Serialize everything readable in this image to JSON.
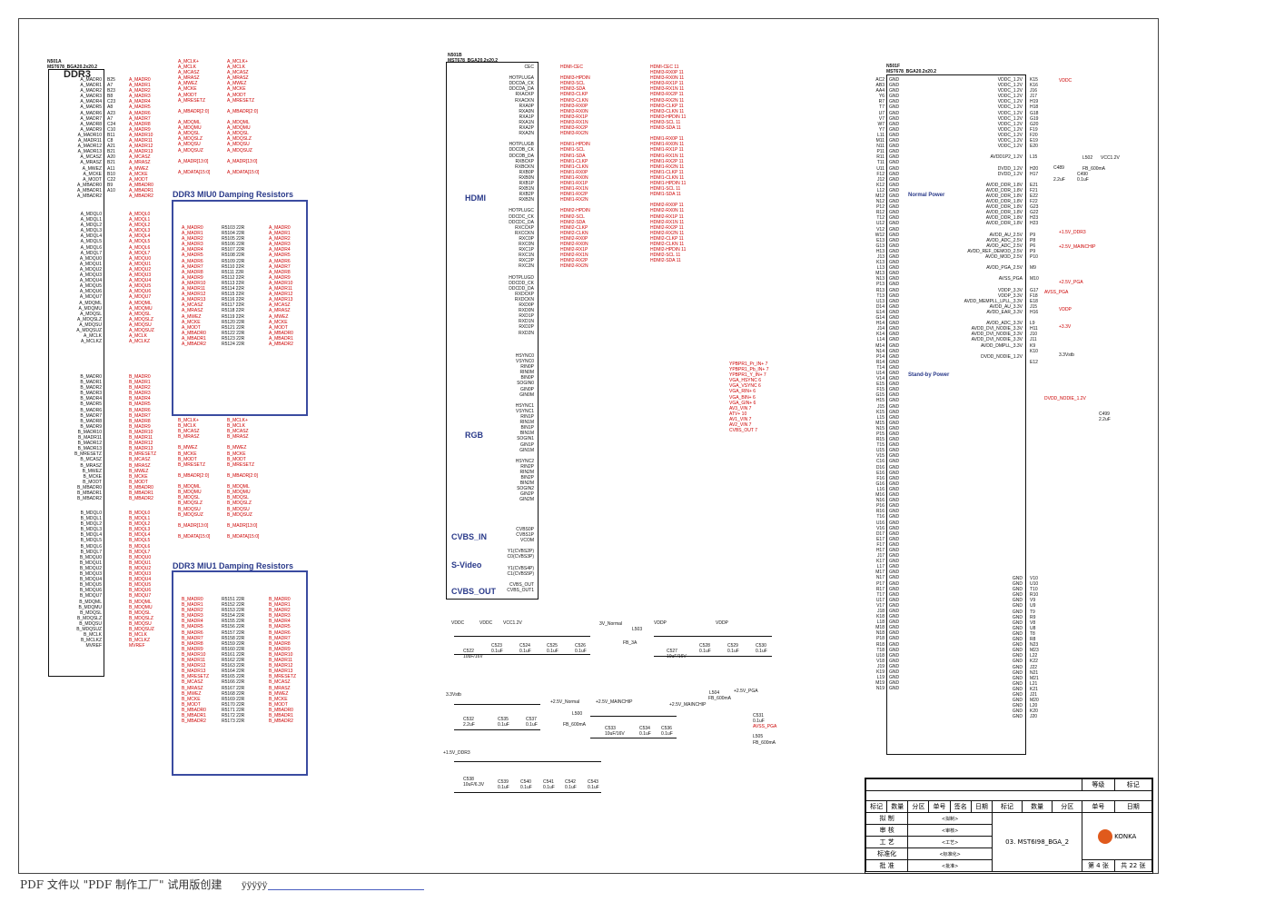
{
  "chips": {
    "a": {
      "ref": "N501A",
      "part": "MST678_BGA20.2x20.2",
      "func": "DDR3"
    },
    "b": {
      "ref": "N501B",
      "part": "MST678_BGA20.2x20.2"
    },
    "f": {
      "ref": "N501F",
      "part": "MST678_BGA20.2x20.2"
    }
  },
  "boxes": {
    "miu0": "DDR3 MIU0 Damping Resistors",
    "miu1": "DDR3 MIU1 Damping Resistors"
  },
  "sections": {
    "hdmi": "HDMI",
    "rgb": "RGB",
    "cvbs_in": "CVBS_IN",
    "svideo": "S-Video",
    "cvbs_out": "CVBS_OUT",
    "normal_power": "Normal Power",
    "standby_power": "Stand-by Power"
  },
  "ddr_a_pins": [
    "A_MADR0",
    "A_MADR1",
    "A_MADR2",
    "A_MADR3",
    "A_MADR4",
    "A_MADR5",
    "A_MADR6",
    "A_MADR7",
    "A_MADR8",
    "A_MADR9",
    "A_MADR10",
    "A_MADR11",
    "A_MADR12",
    "A_MADR13",
    "A_MCASZ",
    "A_MRASZ",
    "A_MWEZ",
    "A_MCKE",
    "A_MODT",
    "A_MBADR0",
    "A_MBADR1",
    "A_MBADR2"
  ],
  "ddr_a_balls": [
    "B25",
    "A7",
    "B23",
    "B8",
    "C23",
    "A8",
    "A23",
    "A7",
    "C24",
    "C10",
    "B11",
    "C8",
    "A21",
    "B21",
    "A20",
    "B21",
    "A11",
    "B10",
    "C22",
    "B9",
    "A10"
  ],
  "ddr_aq_pins": [
    "A_MDQL0",
    "A_MDQL1",
    "A_MDQL2",
    "A_MDQL3",
    "A_MDQL4",
    "A_MDQL5",
    "A_MDQL6",
    "A_MDQL7",
    "A_MDQU0",
    "A_MDQU1",
    "A_MDQU2",
    "A_MDQU3",
    "A_MDQU4",
    "A_MDQU5",
    "A_MDQU6",
    "A_MDQU7",
    "A_MDQML",
    "A_MDQMU",
    "A_MDQSL",
    "A_MDQSLZ",
    "A_MDQSU",
    "A_MDQSUZ",
    "A_MCLK",
    "A_MCLKZ"
  ],
  "ddr_b_pins": [
    "B_MADR0",
    "B_MADR1",
    "B_MADR2",
    "B_MADR3",
    "B_MADR4",
    "B_MADR5",
    "B_MADR6",
    "B_MADR7",
    "B_MADR8",
    "B_MADR9",
    "B_MADR10",
    "B_MADR11",
    "B_MADR12",
    "B_MADR13",
    "B_MRESETZ",
    "B_MCASZ",
    "B_MRASZ",
    "B_MWEZ",
    "B_MCKE",
    "B_MODT",
    "B_MBADR0",
    "B_MBADR1",
    "B_MBADR2"
  ],
  "ddr_bq_pins": [
    "B_MDQL0",
    "B_MDQL1",
    "B_MDQL2",
    "B_MDQL3",
    "B_MDQL4",
    "B_MDQL5",
    "B_MDQL6",
    "B_MDQL7",
    "B_MDQU0",
    "B_MDQU1",
    "B_MDQU2",
    "B_MDQU3",
    "B_MDQU4",
    "B_MDQU5",
    "B_MDQU6",
    "B_MDQU7",
    "B_MDQML",
    "B_MDQMU",
    "B_MDQSL",
    "B_MDQSLZ",
    "B_MDQSU",
    "B_MDQSUZ",
    "B_MCLK",
    "B_MCLKZ",
    "MVREF"
  ],
  "top_nets_a": [
    "A_MCLK+",
    "A_MCLK",
    "A_MCASZ",
    "A_MRASZ",
    "A_MWEZ",
    "A_MCKE",
    "A_MODT",
    "A_MRESETZ",
    "",
    "A_MBADR[2:0]",
    "",
    "A_MDQML",
    "A_MDQMU",
    "A_MDQSL",
    "A_MDQSLZ",
    "A_MDQSU",
    "A_MDQSUZ",
    "",
    "A_MADR[13:0]",
    "",
    "A_MDATA[15:0]"
  ],
  "top_nets_b": [
    "B_MCLK+",
    "B_MCLK",
    "B_MCASZ",
    "B_MRASZ",
    "",
    "B_MWEZ",
    "B_MCKE",
    "B_MODT",
    "B_MRESETZ",
    "",
    "B_MBADR[2:0]",
    "",
    "B_MDQML",
    "B_MDQMU",
    "B_MDQSL",
    "B_MDQSLZ",
    "B_MDQSU",
    "B_MDQSUZ",
    "",
    "B_MADR[13:0]",
    "",
    "B_MDATA[15:0]"
  ],
  "hdmi_pins": [
    "CEC",
    "",
    "HOTPLUGA",
    "DDCDA_CK",
    "DDCDA_DA",
    "RXACKP",
    "RXACKN",
    "RXA0P",
    "RXA0N",
    "RXA1P",
    "RXA1N",
    "RXA2P",
    "RXA2N",
    "",
    "HOTPLUGB",
    "DDCDB_CK",
    "DDCDB_DA",
    "RXBCKP",
    "RXBCKN",
    "RXB0P",
    "RXB0N",
    "RXB1P",
    "RXB1N",
    "RXB2P",
    "RXB2N",
    "",
    "HOTPLUGC",
    "DDCDC_CK",
    "DDCDC_DA",
    "RXCCKP",
    "RXCCKN",
    "RXC0P",
    "RXC0N",
    "RXC1P",
    "RXC1N",
    "RXC2P",
    "RXC2N",
    "",
    "HOTPLUGD",
    "DDCDD_CK",
    "DDCDD_DA",
    "RXDCKP",
    "RXDCKN",
    "RXD0P",
    "RXD0N",
    "RXD1P",
    "RXD1N",
    "RXD2P",
    "RXD2N"
  ],
  "hdmi_nets": [
    "HDMI-CEC",
    "",
    "HDMI3-HPDIN",
    "HDMI3-SCL",
    "HDMI3-SDA",
    "HDMI3-CLKP",
    "HDMI3-CLKN",
    "HDMI3-RX0P",
    "HDMI3-RX0N",
    "HDMI3-RX1P",
    "HDMI3-RX1N",
    "HDMI3-RX2P",
    "HDMI3-RX2N",
    "",
    "HDMI1-HPDIN",
    "HDMI1-SCL",
    "HDMI1-SDA",
    "HDMI1-CLKP",
    "HDMI1-CLKN",
    "HDMI1-RX0P",
    "HDMI1-RX0N",
    "HDMI1-RX1P",
    "HDMI1-RX1N",
    "HDMI1-RX2P",
    "HDMI1-RX2N",
    "",
    "HDMI2-HPDIN",
    "HDMI2-SCL",
    "HDMI2-SDA",
    "HDMI2-CLKP",
    "HDMI2-CLKN",
    "HDMI2-RX0P",
    "HDMI2-RX0N",
    "HDMI2-RX1P",
    "HDMI2-RX1N",
    "HDMI2-RX2P",
    "HDMI2-RX2N"
  ],
  "hdmi_out": [
    "HDMI-CEC 11",
    "HDMI3-RX0P 11",
    "HDMI3-RX0N 11",
    "HDMI3-RX1P 11",
    "HDMI3-RX1N 11",
    "HDMI3-RX2P 11",
    "HDMI3-RX2N 11",
    "HDMI3-CLKP 11",
    "HDMI3-CLKN 11",
    "HDMI3-HPDIN 11",
    "HDMI3-SCL 11",
    "HDMI3-SDA 11",
    "",
    "HDMI1-RX0P 11",
    "HDMI1-RX0N 11",
    "HDMI1-RX1P 11",
    "HDMI1-RX1N 11",
    "HDMI1-RX2P 11",
    "HDMI1-RX2N 11",
    "HDMI1-CLKP 11",
    "HDMI1-CLKN 11",
    "HDMI1-HPDIN 11",
    "HDMI1-SCL 11",
    "HDMI1-SDA 11",
    "",
    "HDMI2-RX0P 11",
    "HDMI2-RX0N 11",
    "HDMI2-RX1P 11",
    "HDMI2-RX1N 11",
    "HDMI2-RX2P 11",
    "HDMI2-RX2N 11",
    "HDMI2-CLKP 11",
    "HDMI2-CLKN 11",
    "HDMI2-HPDIN 11",
    "HDMI2-SCL 11",
    "HDMI2-SDA 11"
  ],
  "rgb_pins": [
    "HSYNC0",
    "VSYNC0",
    "RIN0P",
    "RIN0M",
    "BIN0P",
    "SOGIN0",
    "GIN0P",
    "GIN0M",
    "",
    "HSYNC1",
    "VSYNC1",
    "RIN1P",
    "RIN1M",
    "BIN1P",
    "BIN1M",
    "SOGIN1",
    "GIN1P",
    "GIN1M",
    "",
    "HSYNC2",
    "RIN2P",
    "RIN2M",
    "BIN2P",
    "BIN2M",
    "SOGIN2",
    "GIN2P",
    "GIN2M"
  ],
  "cvbs_pins": [
    "CVBS0P",
    "CVBS1P",
    "VCOM",
    "",
    "Y1(CVBS2P)",
    "C0(CVBS3P)",
    "",
    "Y1(CVBS4P)",
    "C1(CVBS5P)",
    "",
    "CVBS_OUT",
    "CVBS_OUT1"
  ],
  "rgb_out": [
    "YPBPR1_Pr_IN+ 7",
    "YPBPR1_Pb_IN+ 7",
    "YPBPR1_Y_IN+ 7",
    "VGA_HSYNC 6",
    "VGA_VSYNC 6",
    "VGA_RIN+ 6",
    "VGA_BIN+ 6",
    "VGA_GIN+ 6",
    "AV3_VIN 7",
    "ATV+ 10",
    "AV1_VIN 7",
    "AV2_VIN 7",
    "CVBS_OUT 7"
  ],
  "gnd_left": [
    "AC2",
    "AB3",
    "AA4",
    "Y6",
    "R7",
    "T7",
    "U7",
    "V7",
    "W7",
    "Y7",
    "L11",
    "M11",
    "N11",
    "P11",
    "R11",
    "T11",
    "U11",
    "F12",
    "J12",
    "K12",
    "L12",
    "M12",
    "N12",
    "P12",
    "R12",
    "T12",
    "U12",
    "V12",
    "W12",
    "E13",
    "G13",
    "H13",
    "J13",
    "K13",
    "L13",
    "M13",
    "N13",
    "P13",
    "R13",
    "T13",
    "U13",
    "D14",
    "E14",
    "G14",
    "H14",
    "J14",
    "K14",
    "L14",
    "M14",
    "N14",
    "P14",
    "R14",
    "T14",
    "U14",
    "V14",
    "E15",
    "F15",
    "G15",
    "H15",
    "J15",
    "K15",
    "L15",
    "M15",
    "N15",
    "P15",
    "R15",
    "T15",
    "U15",
    "V15",
    "C16",
    "D16",
    "E16",
    "F16",
    "G16",
    "L16",
    "M16",
    "N16",
    "P16",
    "R16",
    "T16",
    "U16",
    "V16",
    "D17",
    "E17",
    "F17",
    "H17",
    "J17",
    "K17",
    "L17",
    "M17",
    "N17",
    "P17",
    "R17",
    "T17",
    "U17",
    "V17",
    "J18",
    "K18",
    "L18",
    "M18",
    "N18",
    "P18",
    "R18",
    "T18",
    "U18",
    "V18",
    "J19",
    "K19",
    "L19",
    "M19",
    "N19"
  ],
  "power_pins": [
    "VDDC_1.2V",
    "VDDC_1.2V",
    "VDDC_1.2V",
    "VDDC_1.2V",
    "VDDC_1.2V",
    "VDDC_1.2V",
    "VDDC_1.2V",
    "VDDC_1.2V",
    "VDDC_1.2V",
    "VDDC_1.2V",
    "VDDC_1.2V",
    "VDDC_1.2V",
    "VDDC_1.2V",
    "",
    "AVDD1P2_1.2V",
    "",
    "DVDD_1.2V",
    "DVDD_1.2V",
    "",
    "AVDD_DDR_1.8V",
    "AVDD_DDR_1.8V",
    "AVDD_DDR_1.8V",
    "AVDD_DDR_1.8V",
    "AVDD_DDR_1.8V",
    "AVDD_DDR_1.8V",
    "AVDD_DDR_1.8V",
    "AVDD_DDR_1.8V",
    "",
    "AVDD_AU_2.5V",
    "AVDD_ADC_2.5V",
    "AVDD_ADC_2.5V",
    "AVDD_REF_DEMOD_2.5V",
    "AVDD_MOD_2.5V",
    "",
    "AVDD_PGA_2.5V",
    "",
    "AVSS_PGA",
    "",
    "VDDP_3.3V",
    "VDDP_3.3V",
    "AVDD_MEMPLL_LPLL_3.3V",
    "AVDD_AU_3.3V",
    "AVDD_EAR_3.3V",
    "",
    "AVDD_ADC_3.3V",
    "AVDD_DVI_NODIE_3.3V",
    "AVDD_DVI_NODIE_3.3V",
    "AVDD_DVI_NODIE_3.3V",
    "AVDD_DMPLL_3.3V",
    "",
    "DVDD_NODIE_1.2V"
  ],
  "power_balls": [
    "K15",
    "K16",
    "J16",
    "J17",
    "H19",
    "H18",
    "G18",
    "G19",
    "G20",
    "F19",
    "F20",
    "E19",
    "E20",
    "",
    "L15",
    "",
    "H20",
    "H17",
    "",
    "E21",
    "F21",
    "E22",
    "F22",
    "G23",
    "G22",
    "H23",
    "H23",
    "",
    "P9",
    "P8",
    "P6",
    "P9",
    "P10",
    "",
    "M9",
    "",
    "M10",
    "",
    "G17",
    "F18",
    "E18",
    "J15",
    "H16",
    "",
    "L9",
    "H11",
    "J10",
    "J11",
    "K9",
    "K10",
    "",
    "E12"
  ],
  "power_nets": {
    "vddc": "VDDC",
    "v15": "+1.5V_DDR3",
    "v25main": "+2.5V_MAINCHIP",
    "v25pga": "+2.5V_PGA",
    "avsspga": "AVSS_PGA",
    "vddp": "VDDP",
    "v33": "+3.3V",
    "v33stb": "3.3Vstb",
    "dvddnodie": "DVDD_NODIE_1.2V",
    "vcc12": "VCC1.2V",
    "l502": "L502",
    "fb600": "FB_600mA",
    "c489": "C489",
    "c490": "C490",
    "c22u": "2.2uF",
    "c01": "0.1uF",
    "c499": "C499"
  },
  "gnd_right_balls": [
    "V10",
    "U10",
    "T10",
    "R10",
    "V9",
    "U9",
    "T9",
    "R9",
    "V8",
    "U8",
    "T8",
    "R8",
    "N23",
    "M23",
    "L22",
    "K22",
    "J22",
    "N21",
    "M21",
    "L21",
    "K21",
    "J21",
    "M20",
    "L20",
    "K20",
    "J20"
  ],
  "decaps": {
    "vddc": "VDDC",
    "vcc12": "VCC1.2V",
    "vddc2": "VDDC",
    "n33": "3V_Normal",
    "vddp": "VDDP",
    "vddp2": "VDDP",
    "l503": "L503",
    "fb3a": "FB_3A",
    "c522": "C522",
    "c523": "C523",
    "c524": "C524",
    "c525": "C525",
    "c526": "C526",
    "c527": "C527",
    "c528": "C528",
    "c529": "C529",
    "c530": "C530",
    "v10u": "10uF/16V",
    "v01": "0.1uF",
    "stb": "3.3Vstb",
    "c532": "C532",
    "c535": "C535",
    "c537": "C537",
    "v22": "2.2uF",
    "n25": "+2.5V_Normal",
    "main25": "+2.5V_MAINCHIP",
    "l500": "L500",
    "fb600": "FB_600mA",
    "c533": "C533",
    "c534": "C534",
    "c536": "C536",
    "l504": "L504",
    "pga": "+2.5V_PGA",
    "c531": "C531",
    "avss": "AVSS_PGA",
    "l505": "L505",
    "ddr": "+1.5V_DDR3",
    "c538": "C538",
    "v10u63": "10uF/6.3V",
    "c539": "C539",
    "c540": "C540",
    "c541": "C541",
    "c542": "C542",
    "c543": "C543"
  },
  "titleblock": {
    "grade": "等级",
    "mark": "标记",
    "h1": "标记",
    "h2": "数量",
    "h3": "分区",
    "h4": "单号",
    "h5": "签名",
    "h6": "日期",
    "r1": "拟 制",
    "r2": "审 核",
    "r3": "工 艺",
    "r4": "标准化",
    "r5": "批 准",
    "v1": "<拟制>",
    "v2": "<审核>",
    "v3": "<工艺>",
    "v4": "<标准化>",
    "v5": "<批准>",
    "drawing": "03. MST6I98_BGA_2",
    "brand": "KONKA",
    "sheet": "第 4 张",
    "total": "共 22 张"
  },
  "footer": "PDF 文件以 \"PDF 制作工厂\" 试用版创建",
  "footer_link": "ÿÿÿÿÿ",
  "colors": {
    "net": "#cc0000",
    "box": "#3a4ba0",
    "brand": "#e05a1c"
  }
}
